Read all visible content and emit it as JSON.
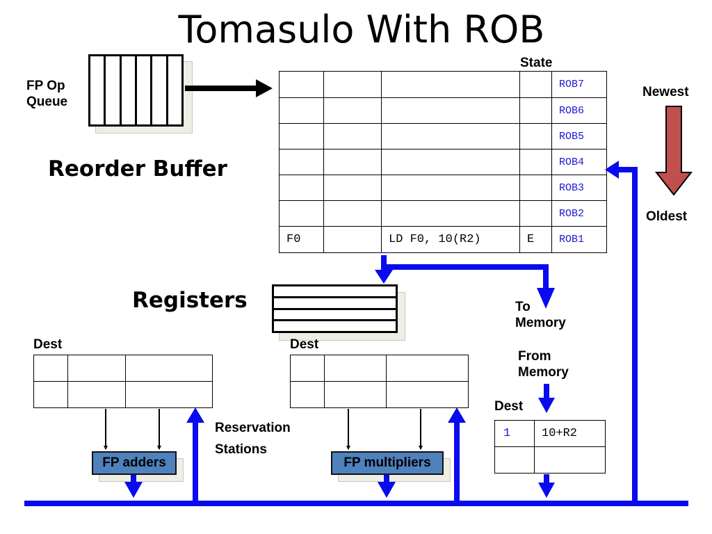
{
  "title": "Tomasulo With ROB",
  "fp_op_queue_label": "FP Op\nQueue",
  "reorder_buffer_label": "Reorder Buffer",
  "state_label": "State",
  "newest_label": "Newest",
  "oldest_label": "Oldest",
  "rob_entries": [
    {
      "dest": "",
      "value": "",
      "instr": "",
      "state": "",
      "id": "ROB7"
    },
    {
      "dest": "",
      "value": "",
      "instr": "",
      "state": "",
      "id": "ROB6"
    },
    {
      "dest": "",
      "value": "",
      "instr": "",
      "state": "",
      "id": "ROB5"
    },
    {
      "dest": "",
      "value": "",
      "instr": "",
      "state": "",
      "id": "ROB4"
    },
    {
      "dest": "",
      "value": "",
      "instr": "",
      "state": "",
      "id": "ROB3"
    },
    {
      "dest": "",
      "value": "",
      "instr": "",
      "state": "",
      "id": "ROB2"
    },
    {
      "dest": "F0",
      "value": "",
      "instr": "LD F0, 10(R2)",
      "state": "E",
      "id": "ROB1"
    }
  ],
  "registers_label": "Registers",
  "to_memory_label": "To\nMemory",
  "from_memory_label": "From\nMemory",
  "dest_label": "Dest",
  "reservation_stations_label": "Reservation\nStations",
  "fp_adders_label": "FP adders",
  "fp_multipliers_label": "FP multipliers",
  "load_buffer": [
    {
      "dest": "1",
      "addr": "10+R2"
    },
    {
      "dest": "",
      "addr": ""
    }
  ],
  "colors": {
    "bus": "#0a0aef",
    "arrow_down": "#c0504d",
    "fu": "#4f81bd",
    "rob_id": "#1a1ad0"
  }
}
